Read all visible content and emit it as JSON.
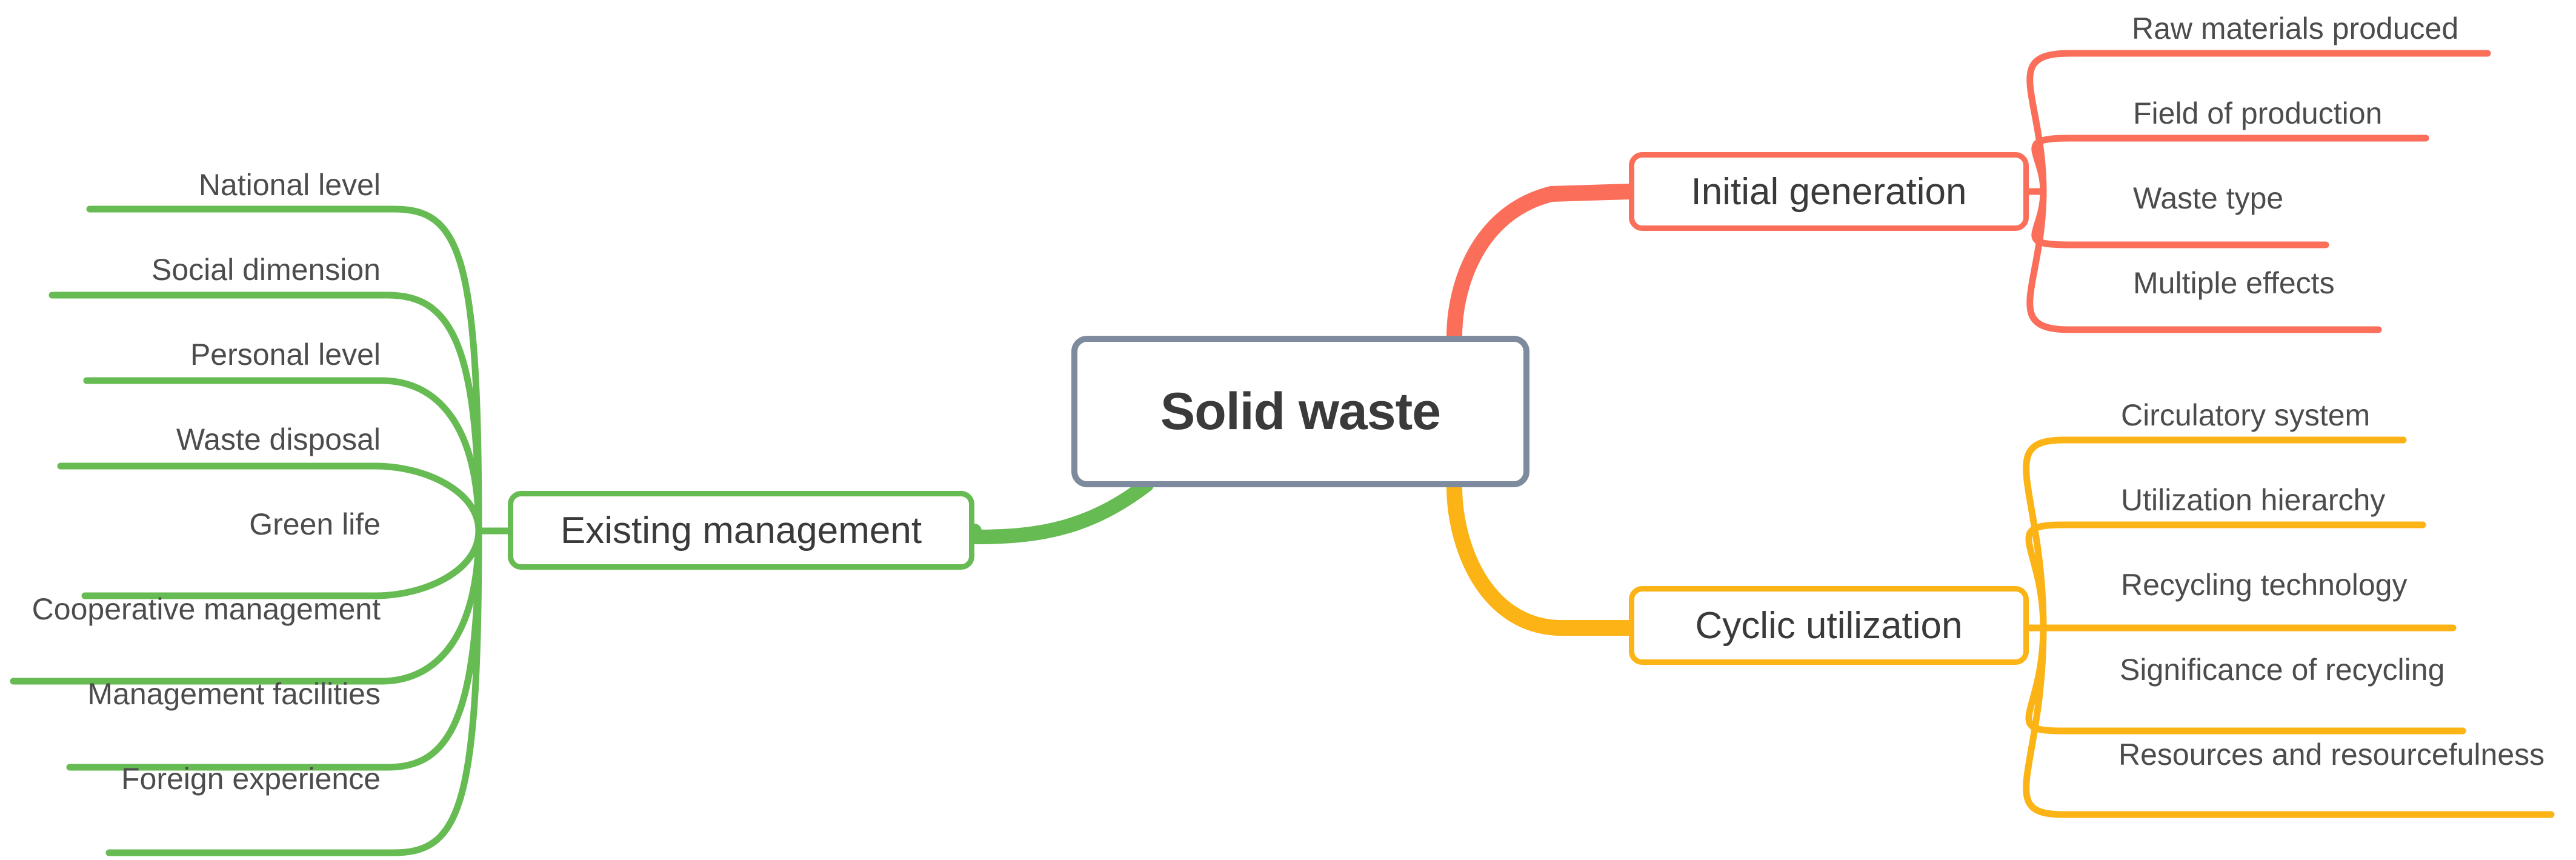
{
  "diagram": {
    "type": "mind-map",
    "background": "#ffffff",
    "central": {
      "label": "Solid waste",
      "color": "#7e8b9e",
      "text_color": "#3a3a3a"
    },
    "branches": [
      {
        "id": "initial-generation",
        "label": "Initial generation",
        "color": "#fa6e5a",
        "side": "right",
        "leaves": [
          {
            "label": "Raw materials produced"
          },
          {
            "label": "Field of production"
          },
          {
            "label": "Waste type"
          },
          {
            "label": "Multiple effects"
          }
        ]
      },
      {
        "id": "cyclic-utilization",
        "label": "Cyclic utilization",
        "color": "#fbb315",
        "side": "right",
        "leaves": [
          {
            "label": "Circulatory system"
          },
          {
            "label": "Utilization hierarchy"
          },
          {
            "label": "Recycling technology"
          },
          {
            "label": "Significance of recycling"
          },
          {
            "label": "Resources and resourcefulness"
          }
        ]
      },
      {
        "id": "existing-management",
        "label": "Existing management",
        "color": "#66bb52",
        "side": "left",
        "leaves": [
          {
            "label": "National level"
          },
          {
            "label": "Social dimension"
          },
          {
            "label": "Personal level"
          },
          {
            "label": "Waste disposal"
          },
          {
            "label": "Green life"
          },
          {
            "label": "Cooperative management"
          },
          {
            "label": "Management facilities"
          },
          {
            "label": "Foreign experience"
          }
        ]
      }
    ]
  }
}
